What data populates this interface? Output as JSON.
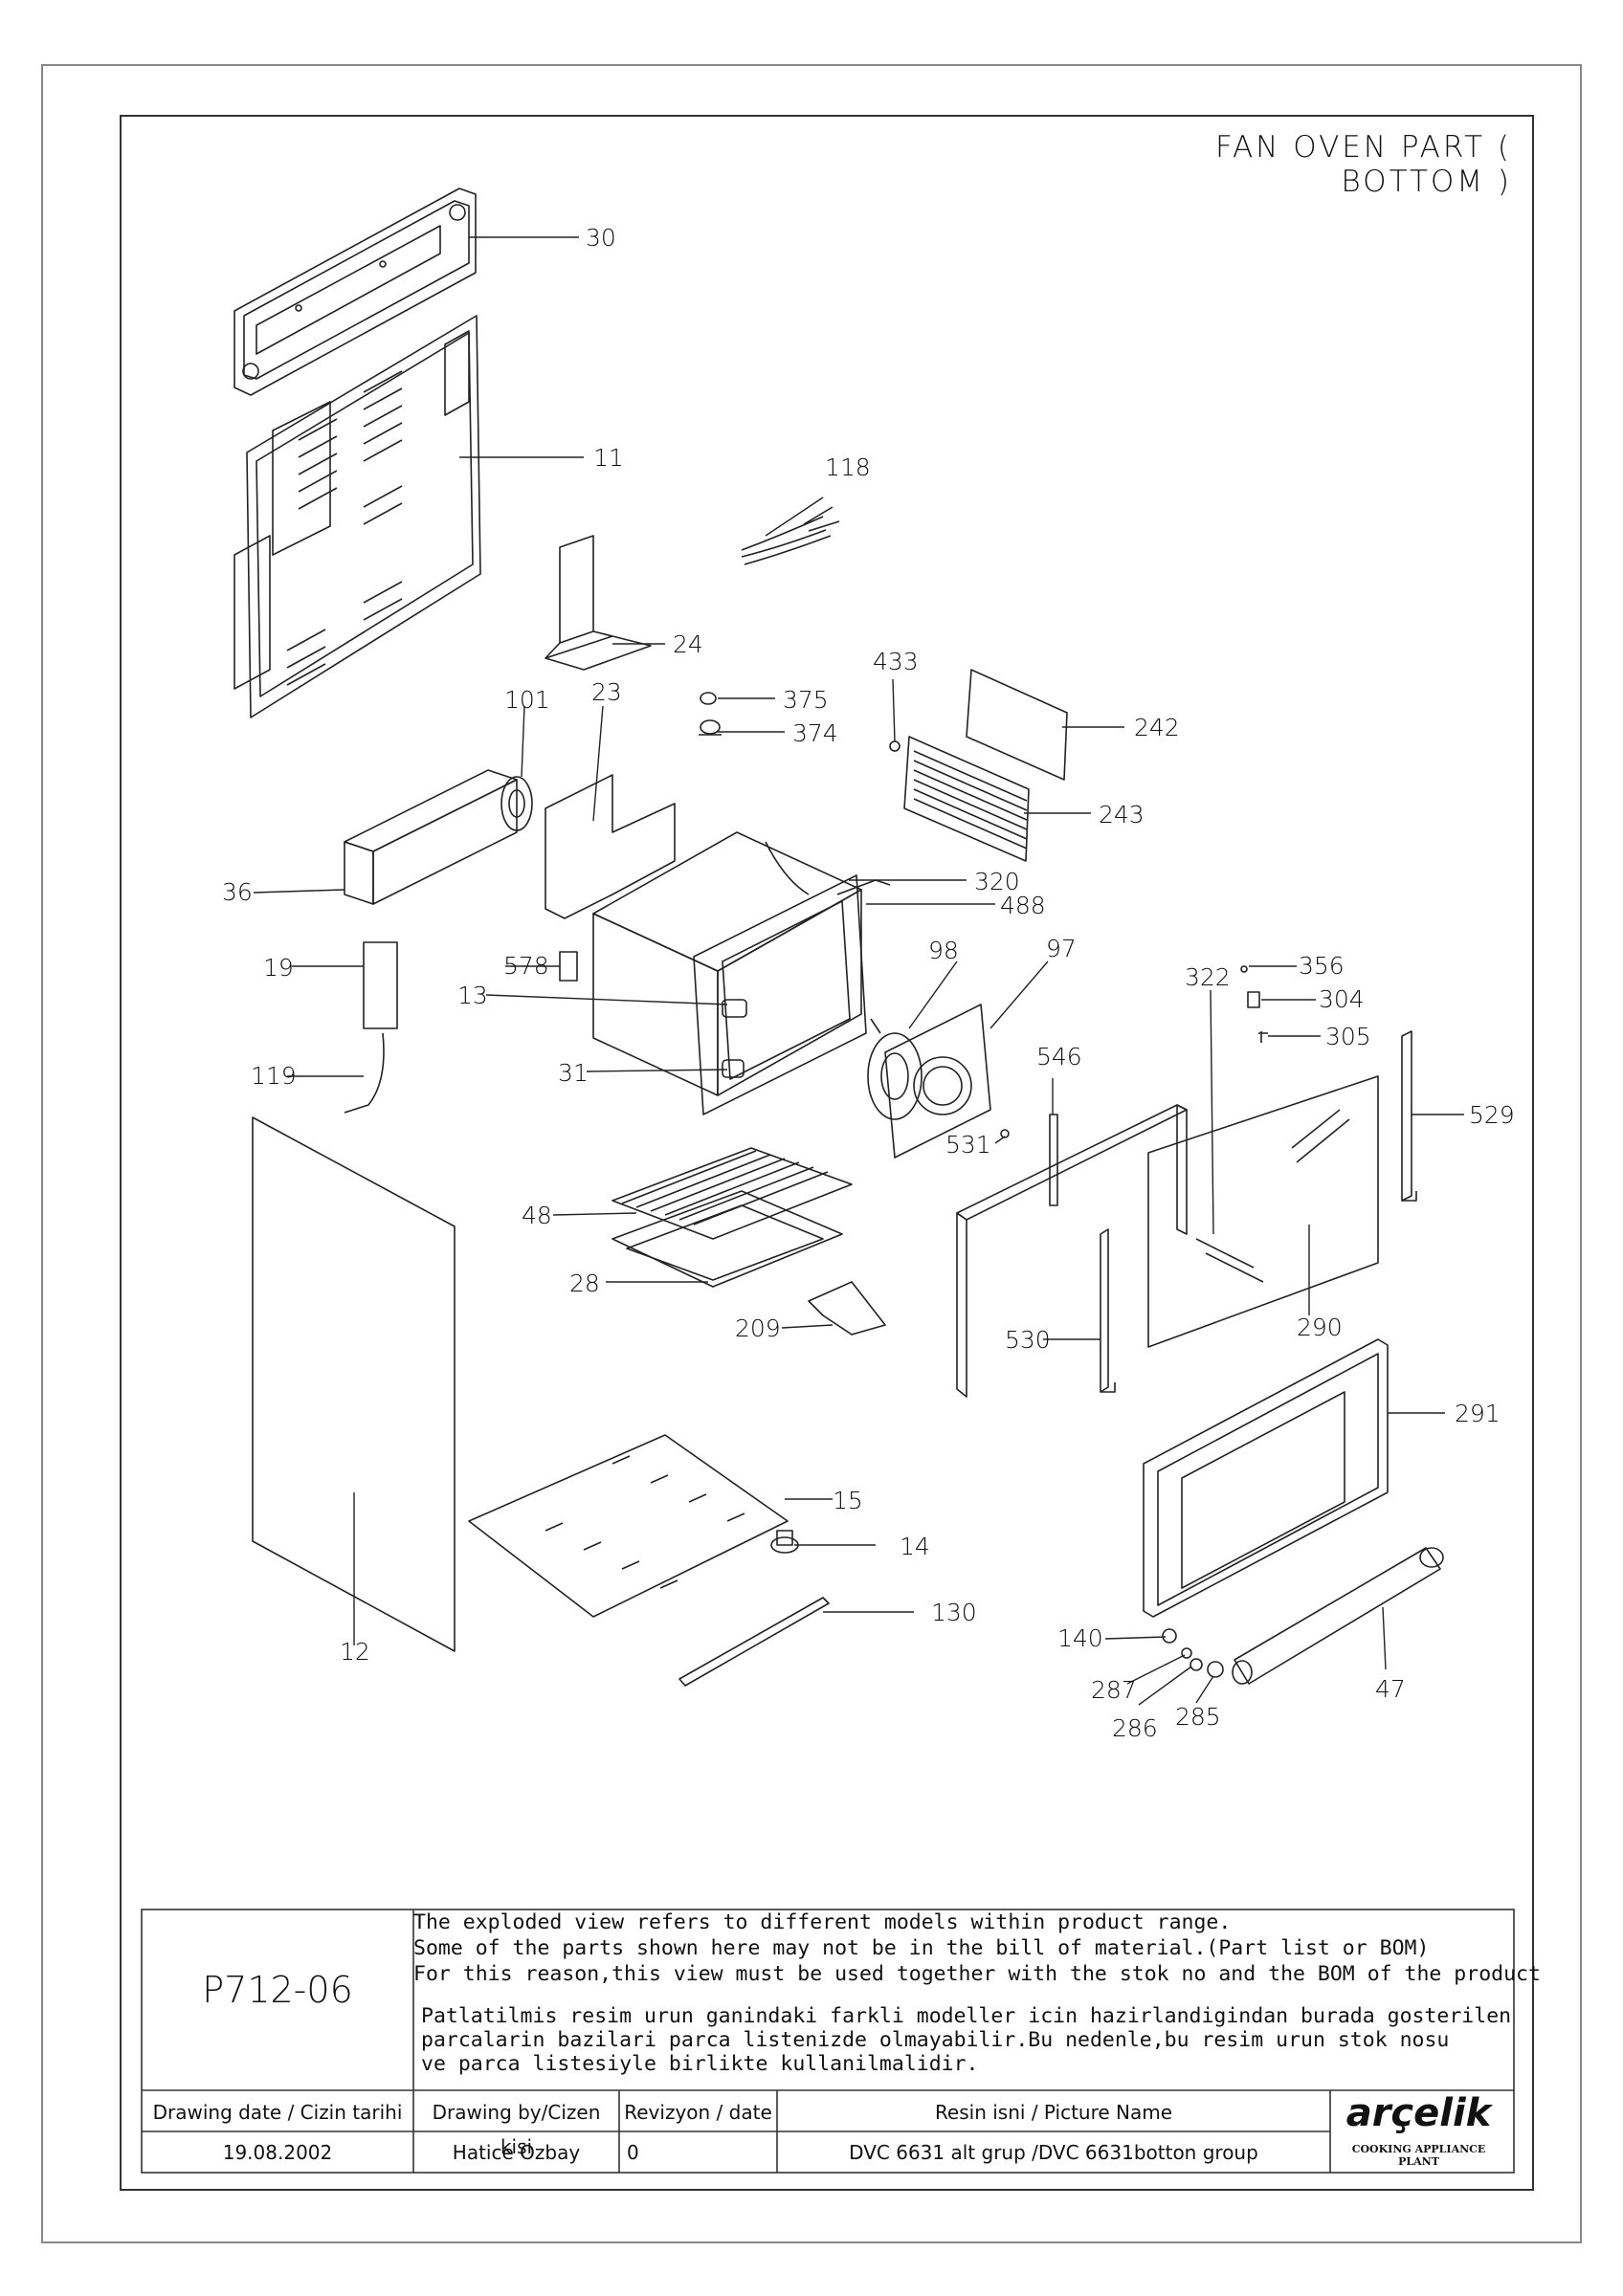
{
  "title": "FAN OVEN PART ( BOTTOM )",
  "parts": [
    {
      "id": "30"
    },
    {
      "id": "11"
    },
    {
      "id": "118"
    },
    {
      "id": "24"
    },
    {
      "id": "433"
    },
    {
      "id": "375"
    },
    {
      "id": "374"
    },
    {
      "id": "242"
    },
    {
      "id": "101"
    },
    {
      "id": "23"
    },
    {
      "id": "243"
    },
    {
      "id": "36"
    },
    {
      "id": "320"
    },
    {
      "id": "488"
    },
    {
      "id": "19"
    },
    {
      "id": "578"
    },
    {
      "id": "98"
    },
    {
      "id": "97"
    },
    {
      "id": "322"
    },
    {
      "id": "356"
    },
    {
      "id": "13"
    },
    {
      "id": "304"
    },
    {
      "id": "305"
    },
    {
      "id": "546"
    },
    {
      "id": "529"
    },
    {
      "id": "31"
    },
    {
      "id": "119"
    },
    {
      "id": "531"
    },
    {
      "id": "48"
    },
    {
      "id": "28"
    },
    {
      "id": "209"
    },
    {
      "id": "530"
    },
    {
      "id": "290"
    },
    {
      "id": "291"
    },
    {
      "id": "15"
    },
    {
      "id": "14"
    },
    {
      "id": "130"
    },
    {
      "id": "140"
    },
    {
      "id": "287"
    },
    {
      "id": "286"
    },
    {
      "id": "285"
    },
    {
      "id": "47"
    },
    {
      "id": "12"
    }
  ],
  "title_block": {
    "code": "P712-06",
    "note_en": "The exploded view refers to different models within product range.\nSome of the parts shown here may not be in the bill of material.(Part list or BOM)\nFor this reason,this view must be used together with the stok no and the BOM of the product",
    "note_tr": "Patlatilmis resim urun ganindaki farkli modeller icin hazirlandigindan burada gosterilen\nparcalarin bazilari parca listenizde olmayabilir.Bu nedenle,bu resim urun stok nosu\nve parca listesiyle birlikte kullanilmalidir.",
    "drawing_date_label": "Drawing date / Cizin tarihi",
    "drawing_date": "19.08.2002",
    "drawn_by_label": "Drawing by/Cizen kisi",
    "drawn_by": "Hatice Ozbay",
    "revision_label": "Revizyon / date",
    "revision": "0",
    "picture_name_label": "Resin isni / Picture Name",
    "picture_name": "DVC 6631 alt grup /DVC 6631botton group",
    "brand": "arçelik",
    "plant": "COOKING APPLIANCE PLANT"
  }
}
